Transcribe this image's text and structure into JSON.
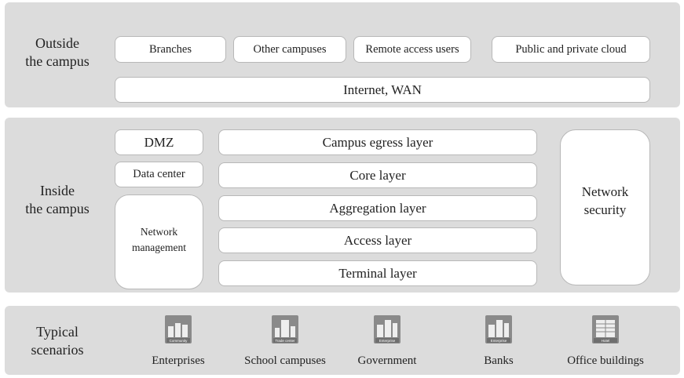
{
  "outside": {
    "label": "Outside\nthe campus",
    "boxes": [
      "Branches",
      "Other campuses",
      "Remote access users",
      "Public and private cloud"
    ],
    "wan": "Internet, WAN"
  },
  "inside": {
    "label": "Inside\nthe campus",
    "dmz": "DMZ",
    "data_center": "Data center",
    "network_management": "Network\nmanagement",
    "layers": [
      "Campus egress layer",
      "Core layer",
      "Aggregation layer",
      "Access layer",
      "Terminal layer"
    ],
    "network_security": "Network\nsecurity"
  },
  "typical": {
    "label": "Typical\nscenarios",
    "scenarios": [
      {
        "label": "Enterprises",
        "icon_text": "Community",
        "icon": "community-building-icon"
      },
      {
        "label": "School campuses",
        "icon_text": "Trade center",
        "icon": "trade-center-building-icon"
      },
      {
        "label": "Government",
        "icon_text": "Enterprise",
        "icon": "enterprise-building-icon"
      },
      {
        "label": "Banks",
        "icon_text": "Enterprise",
        "icon": "enterprise-building-icon"
      },
      {
        "label": "Office buildings",
        "icon_text": "Hotel",
        "icon": "hotel-building-icon"
      }
    ]
  },
  "colors": {
    "band_background": "#dcdcdc",
    "box_background": "#ffffff",
    "box_border": "#b8b8b8",
    "icon_fill": "#8a8a8a"
  }
}
